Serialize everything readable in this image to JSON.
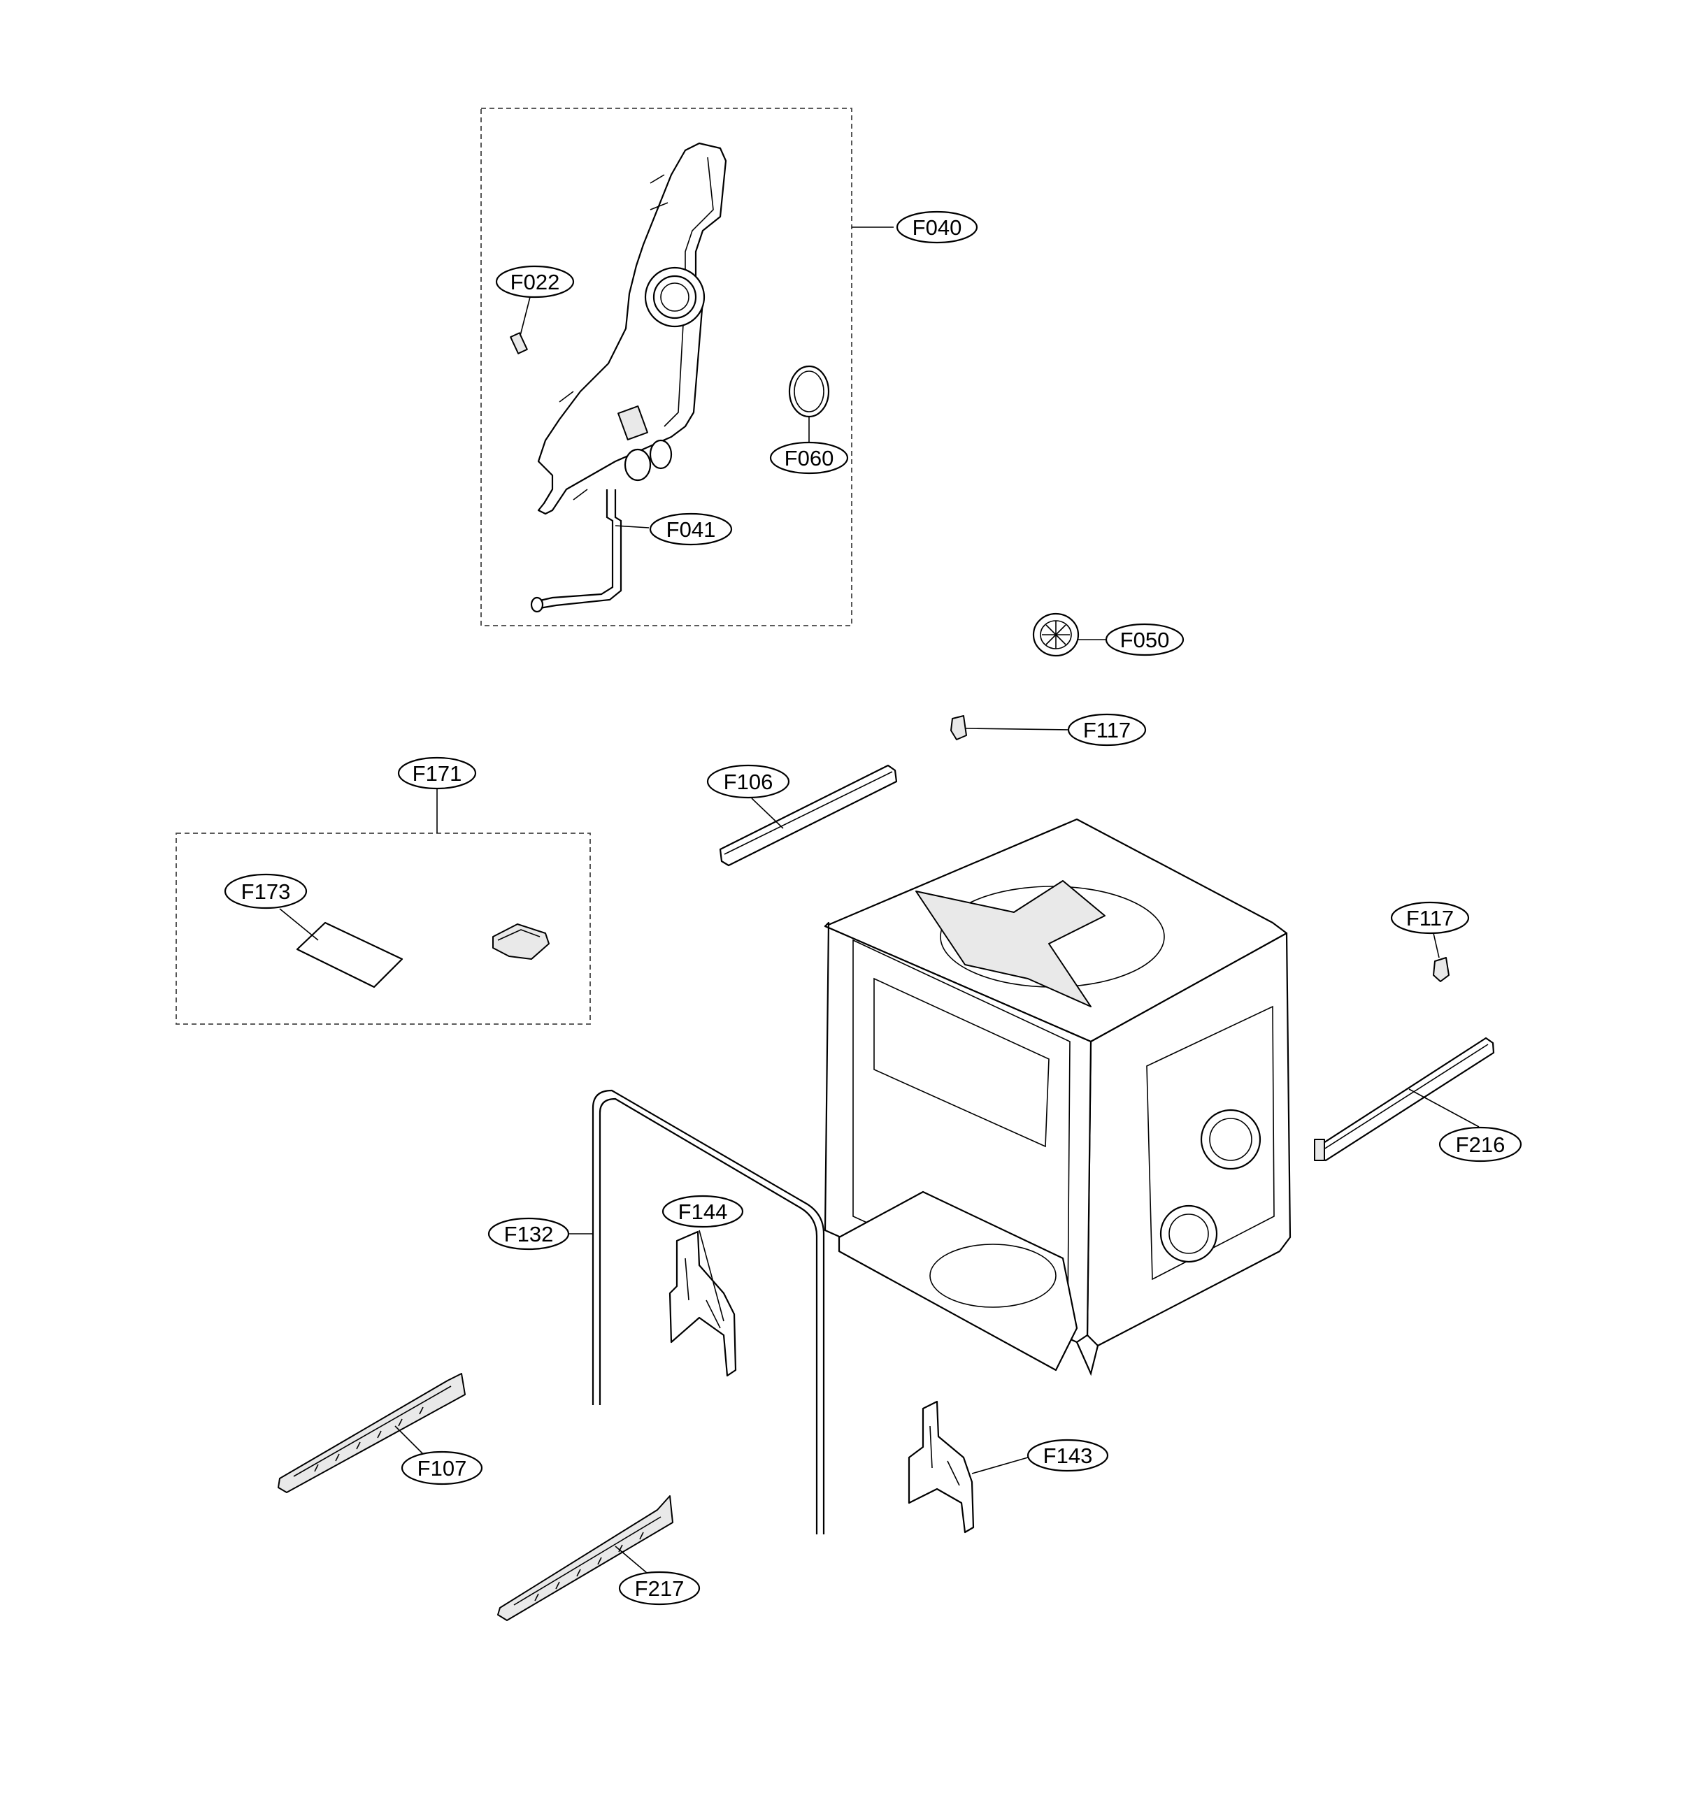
{
  "callouts": {
    "F022": "F022",
    "F040": "F040",
    "F060": "F060",
    "F041": "F041",
    "F050": "F050",
    "F117_top": "F117",
    "F106": "F106",
    "F171": "F171",
    "F173": "F173",
    "F117_right": "F117",
    "F216": "F216",
    "F132": "F132",
    "F144": "F144",
    "F143": "F143",
    "F107": "F107",
    "F217": "F217"
  }
}
